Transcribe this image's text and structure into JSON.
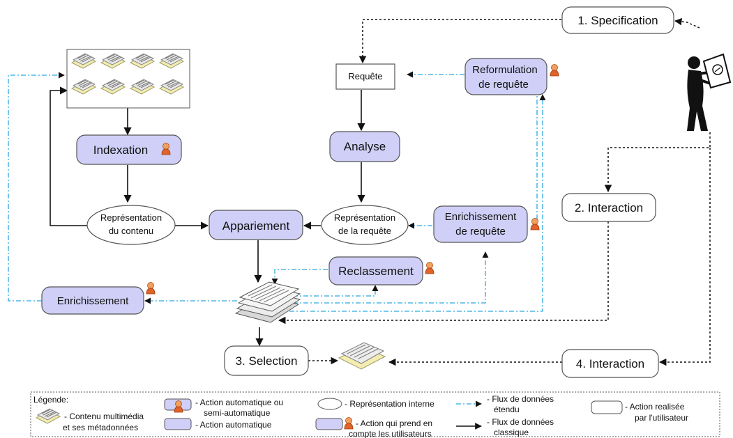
{
  "nodes": {
    "specification": "1. Specification",
    "requete": "Requête",
    "reformulation": [
      "Reformulation",
      "de requête"
    ],
    "indexation": "Indexation",
    "analyse": "Analyse",
    "repr_contenu": [
      "Représentation",
      "du contenu"
    ],
    "appariement": "Appariement",
    "repr_requete": [
      "Représentation",
      "de la requête"
    ],
    "enrichissement_requete": [
      "Enrichissement",
      "de requête"
    ],
    "interaction2": "2. Interaction",
    "reclassement": "Reclassement",
    "enrichissement": "Enrichissement",
    "selection": "3. Selection",
    "interaction4": "4. Interaction"
  },
  "legend": {
    "title": "Légende:",
    "contenu": [
      "- Contenu multimédia",
      "et ses métadonnées"
    ],
    "action_auto_ou_semi": [
      "- Action automatique ou",
      "semi-automatique"
    ],
    "action_auto": "- Action automatique",
    "repr_interne": "- Représentation interne",
    "action_utilisateurs": [
      "- Action qui prend en",
      "compte les utilisateurs"
    ],
    "flux_etendu": [
      "- Flux de données",
      "étendu"
    ],
    "flux_classique": [
      "- Flux de données",
      "classique"
    ],
    "action_utilisateur": [
      "- Action realisée",
      "par l'utilisateur"
    ]
  },
  "colors": {
    "auto_fill": "#cfcff7",
    "user_icon": "#e0632a",
    "extended_flow": "#29a9e0",
    "classic_flow": "#111111"
  },
  "icons": [
    "multimedia-document-icon",
    "user-icon",
    "person-with-document-icon",
    "document-stack-icon"
  ]
}
